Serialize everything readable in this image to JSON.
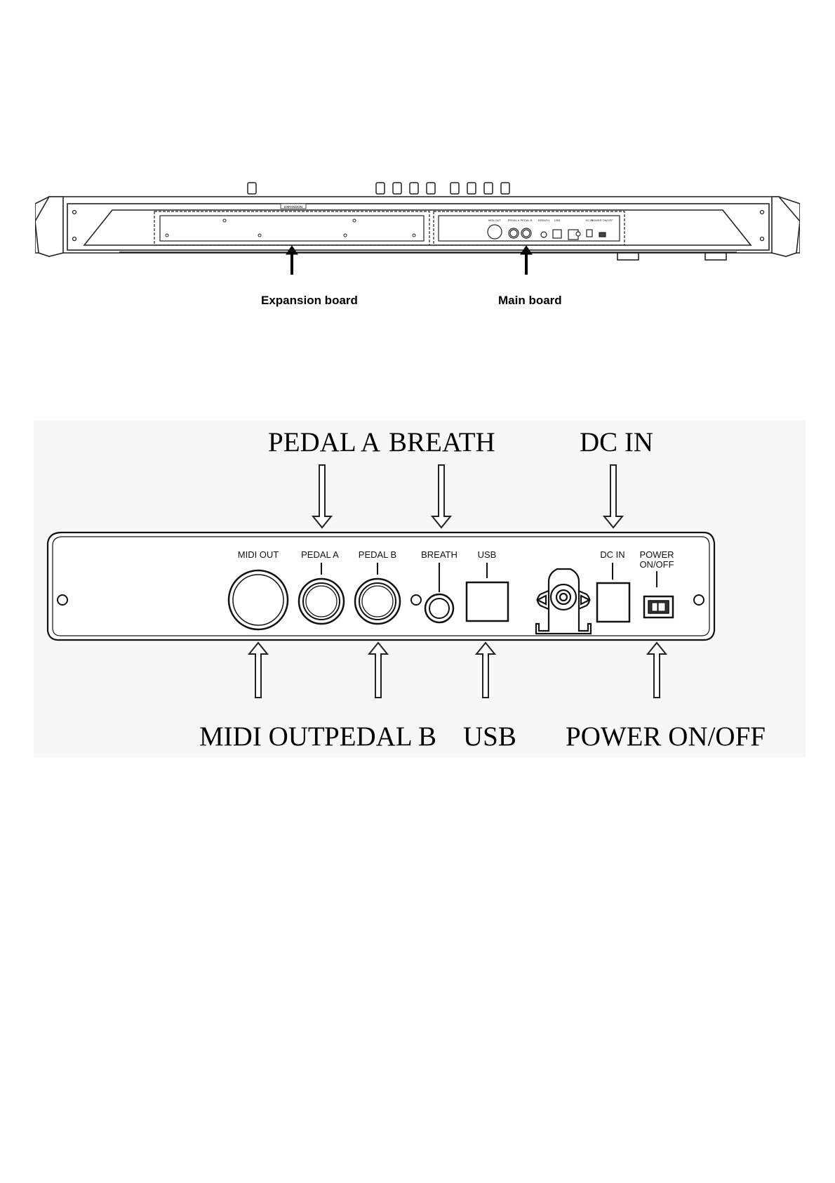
{
  "overview": {
    "expansion_label": "Expansion board",
    "main_label": "Main board",
    "small_panel_labels": [
      "MIDI OUT",
      "PEDAL A",
      "PEDAL B",
      "BREATH",
      "USB",
      "DC IN",
      "POWER ON/OFF"
    ],
    "expansion_tag": "EXPANSION"
  },
  "panel": {
    "labels": {
      "midi_out": "MIDI OUT",
      "pedal_a": "PEDAL A",
      "pedal_b": "PEDAL B",
      "breath": "BREATH",
      "usb": "USB",
      "dc_in": "DC IN",
      "power_line1": "POWER",
      "power_line2": "ON/OFF"
    }
  },
  "callouts": {
    "top_pedal_a": "PEDAL A",
    "top_breath": "BREATH",
    "top_dc_in": "DC IN",
    "bottom_midi_out": "MIDI OUT",
    "bottom_pedal_b": "PEDAL B",
    "bottom_usb": "USB",
    "bottom_power": "POWER ON/OFF"
  }
}
